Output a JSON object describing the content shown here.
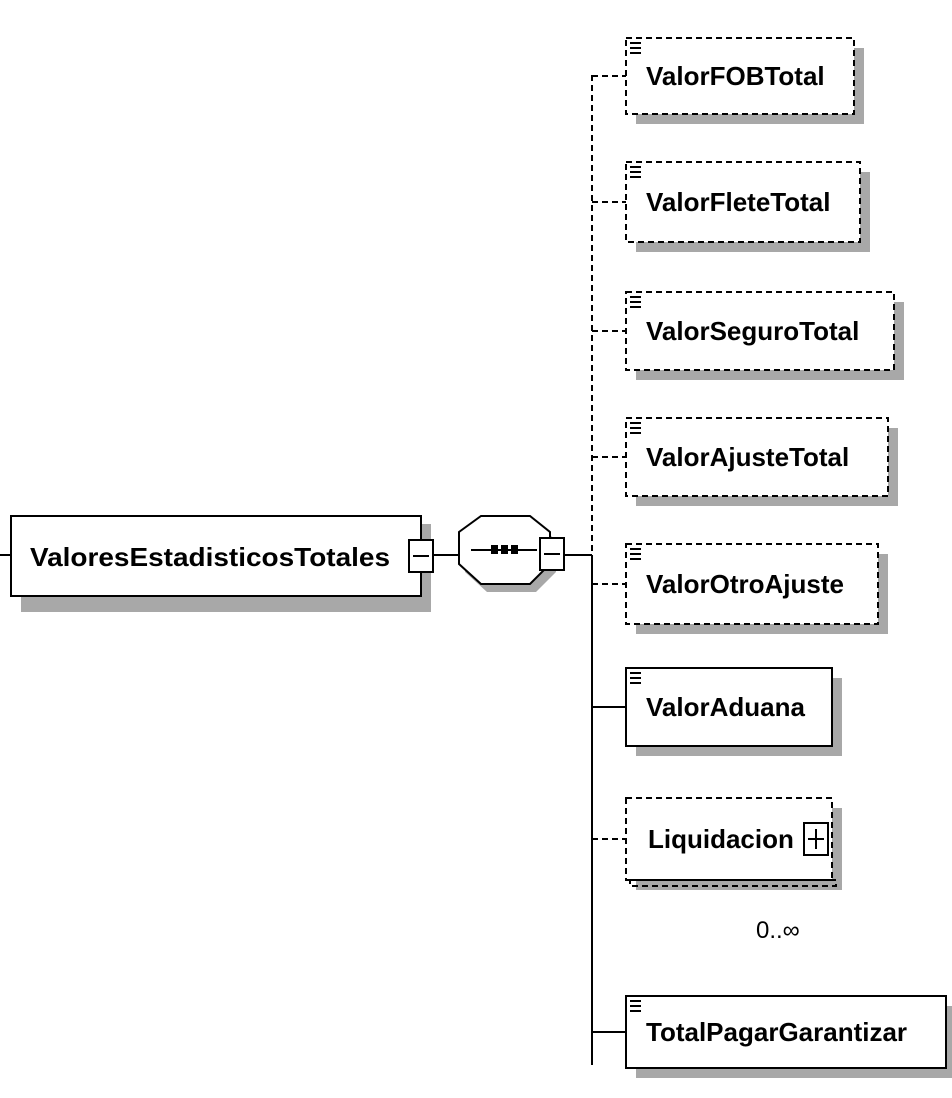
{
  "root": {
    "label": "ValoresEstadisticosTotales"
  },
  "compositor": {
    "kind": "sequence",
    "icon": "sequence-icon"
  },
  "children": [
    {
      "label": "ValorFOBTotal",
      "optional": true,
      "has_children": false,
      "cardinality": ""
    },
    {
      "label": "ValorFleteTotal",
      "optional": true,
      "has_children": false,
      "cardinality": ""
    },
    {
      "label": "ValorSeguroTotal",
      "optional": true,
      "has_children": false,
      "cardinality": ""
    },
    {
      "label": "ValorAjusteTotal",
      "optional": true,
      "has_children": false,
      "cardinality": ""
    },
    {
      "label": "ValorOtroAjuste",
      "optional": true,
      "has_children": false,
      "cardinality": ""
    },
    {
      "label": "ValorAduana",
      "optional": false,
      "has_children": false,
      "cardinality": ""
    },
    {
      "label": "Liquidacion",
      "optional": true,
      "has_children": true,
      "cardinality": "0..∞"
    },
    {
      "label": "TotalPagarGarantizar",
      "optional": false,
      "has_children": false,
      "cardinality": ""
    }
  ],
  "colors": {
    "line": "#000000",
    "shadow": "#a8a8a8",
    "box": "#ffffff"
  }
}
